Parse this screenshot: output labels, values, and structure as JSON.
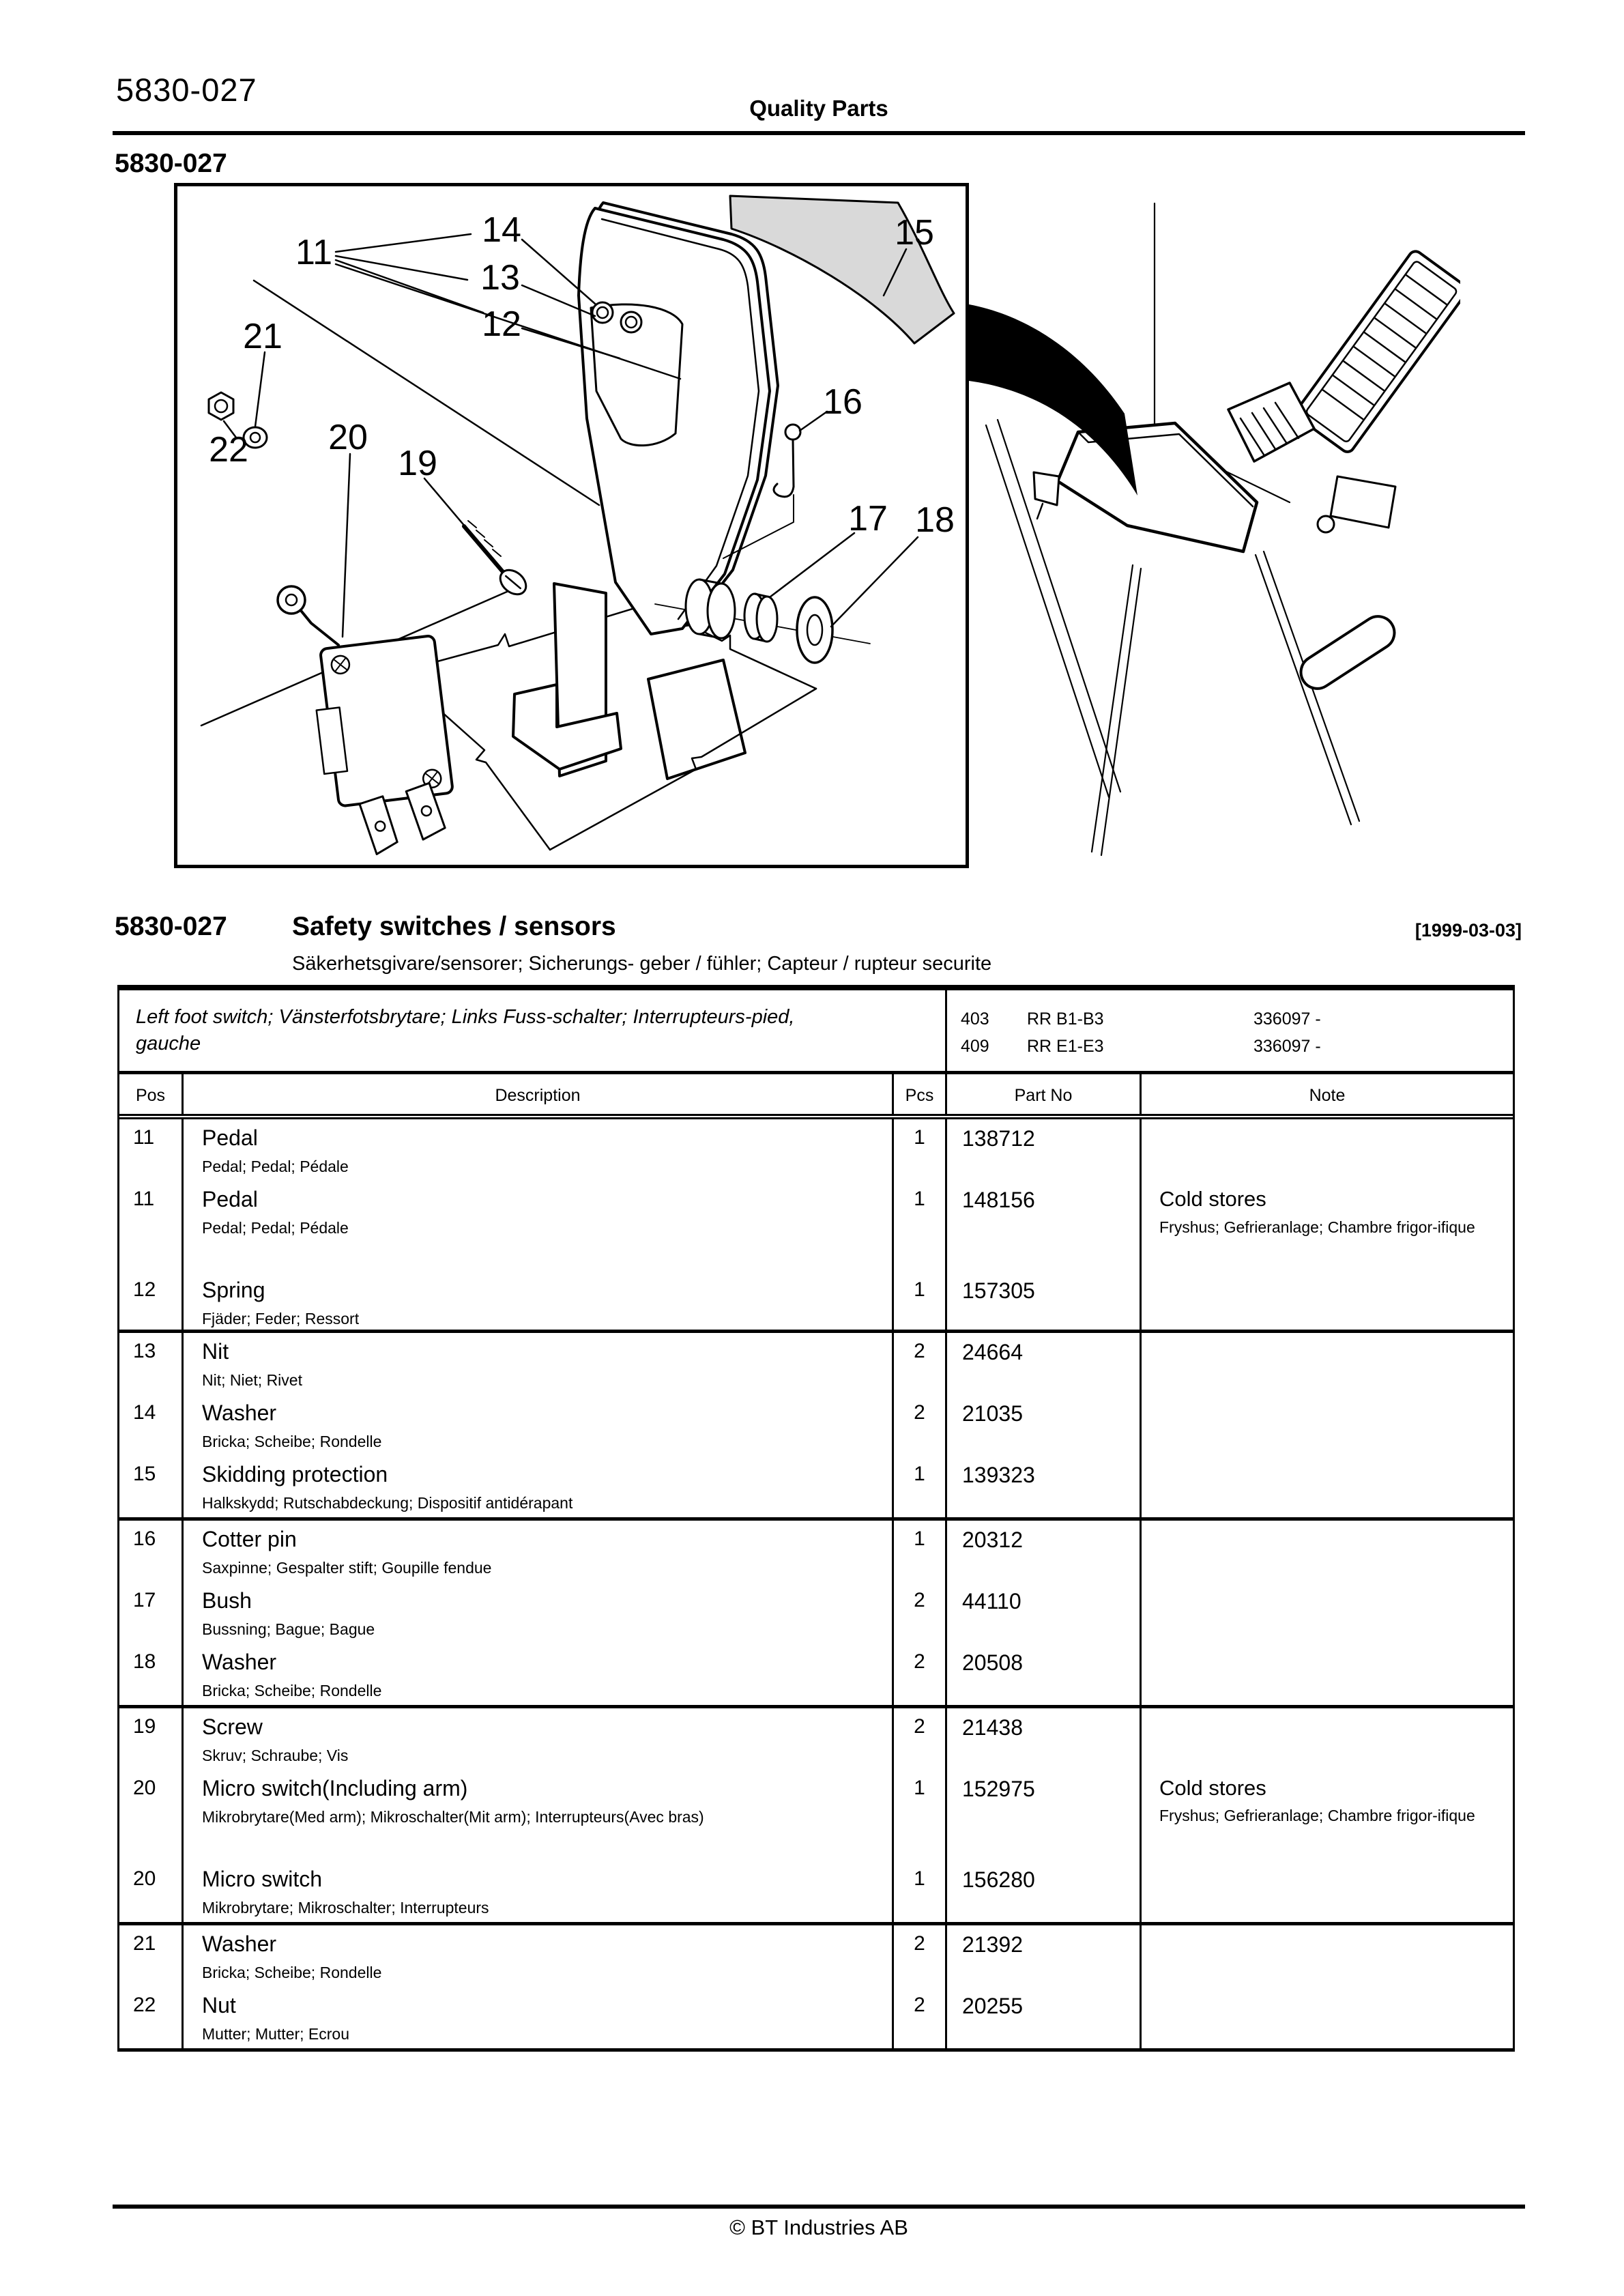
{
  "header": {
    "doc_code": "5830-027",
    "center_title": "Quality Parts",
    "figure_code": "5830-027"
  },
  "figure": {
    "callouts": [
      {
        "label": "11"
      },
      {
        "label": "12"
      },
      {
        "label": "13"
      },
      {
        "label": "14"
      },
      {
        "label": "15"
      },
      {
        "label": "16"
      },
      {
        "label": "17"
      },
      {
        "label": "18"
      },
      {
        "label": "19"
      },
      {
        "label": "20"
      },
      {
        "label": "21"
      },
      {
        "label": "22"
      }
    ],
    "colors": {
      "ink": "#000000",
      "skid_fill": "#d9d9d9"
    }
  },
  "section": {
    "code": "5830-027",
    "title": "Safety switches / sensors",
    "date": "[1999-03-03]",
    "subtitle": "Säkerhetsgivare/sensorer; Sicherungs- geber / fühler; Capteur / rupteur securite"
  },
  "table": {
    "variant": {
      "name": "Left foot switch; Vänsterfotsbrytare; Links Fuss-schalter; Interrupteurs-pied, gauche",
      "models": [
        {
          "code": "403",
          "series": "RR B1-B3",
          "serial": "336097 -"
        },
        {
          "code": "409",
          "series": "RR E1-E3",
          "serial": "336097 -"
        }
      ]
    },
    "columns": [
      "Pos",
      "Description",
      "Pcs",
      "Part No",
      "Note"
    ],
    "groups": [
      {
        "rows": [
          {
            "pos": "11",
            "desc": "Pedal",
            "desc_sub": "Pedal; Pedal; Pédale",
            "pcs": "1",
            "part": "138712",
            "note": "",
            "note_sub": ""
          },
          {
            "pos": "11",
            "desc": "Pedal",
            "desc_sub": "Pedal; Pedal; Pédale",
            "pcs": "1",
            "part": "148156",
            "note": "Cold stores",
            "note_sub": "Fryshus; Gefrieranlage; Chambre frigor-ifique"
          },
          {
            "pos": "12",
            "desc": "Spring",
            "desc_sub": "Fjäder; Feder; Ressort",
            "pcs": "1",
            "part": "157305",
            "note": "",
            "note_sub": ""
          }
        ]
      },
      {
        "rows": [
          {
            "pos": "13",
            "desc": "Nit",
            "desc_sub": "Nit; Niet; Rivet",
            "pcs": "2",
            "part": "24664",
            "note": "",
            "note_sub": ""
          },
          {
            "pos": "14",
            "desc": "Washer",
            "desc_sub": "Bricka; Scheibe; Rondelle",
            "pcs": "2",
            "part": "21035",
            "note": "",
            "note_sub": ""
          },
          {
            "pos": "15",
            "desc": "Skidding protection",
            "desc_sub": "Halkskydd; Rutschabdeckung; Dispositif antidérapant",
            "pcs": "1",
            "part": "139323",
            "note": "",
            "note_sub": ""
          }
        ]
      },
      {
        "rows": [
          {
            "pos": "16",
            "desc": "Cotter pin",
            "desc_sub": "Saxpinne; Gespalter stift; Goupille fendue",
            "pcs": "1",
            "part": "20312",
            "note": "",
            "note_sub": ""
          },
          {
            "pos": "17",
            "desc": "Bush",
            "desc_sub": "Bussning; Bague; Bague",
            "pcs": "2",
            "part": "44110",
            "note": "",
            "note_sub": ""
          },
          {
            "pos": "18",
            "desc": "Washer",
            "desc_sub": "Bricka; Scheibe; Rondelle",
            "pcs": "2",
            "part": "20508",
            "note": "",
            "note_sub": ""
          }
        ]
      },
      {
        "rows": [
          {
            "pos": "19",
            "desc": "Screw",
            "desc_sub": "Skruv; Schraube; Vis",
            "pcs": "2",
            "part": "21438",
            "note": "",
            "note_sub": ""
          },
          {
            "pos": "20",
            "desc": "Micro switch(Including arm)",
            "desc_sub": "Mikrobrytare(Med arm); Mikroschalter(Mit arm); Interrupteurs(Avec bras)",
            "pcs": "1",
            "part": "152975",
            "note": "Cold stores",
            "note_sub": "Fryshus; Gefrieranlage; Chambre frigor-ifique"
          },
          {
            "pos": "20",
            "desc": "Micro switch",
            "desc_sub": "Mikrobrytare; Mikroschalter; Interrupteurs",
            "pcs": "1",
            "part": "156280",
            "note": "",
            "note_sub": ""
          }
        ]
      },
      {
        "rows": [
          {
            "pos": "21",
            "desc": "Washer",
            "desc_sub": "Bricka; Scheibe; Rondelle",
            "pcs": "2",
            "part": "21392",
            "note": "",
            "note_sub": ""
          },
          {
            "pos": "22",
            "desc": "Nut",
            "desc_sub": "Mutter; Mutter; Ecrou",
            "pcs": "2",
            "part": "20255",
            "note": "",
            "note_sub": ""
          }
        ]
      }
    ]
  },
  "footer": {
    "copyright": "© BT Industries AB"
  }
}
